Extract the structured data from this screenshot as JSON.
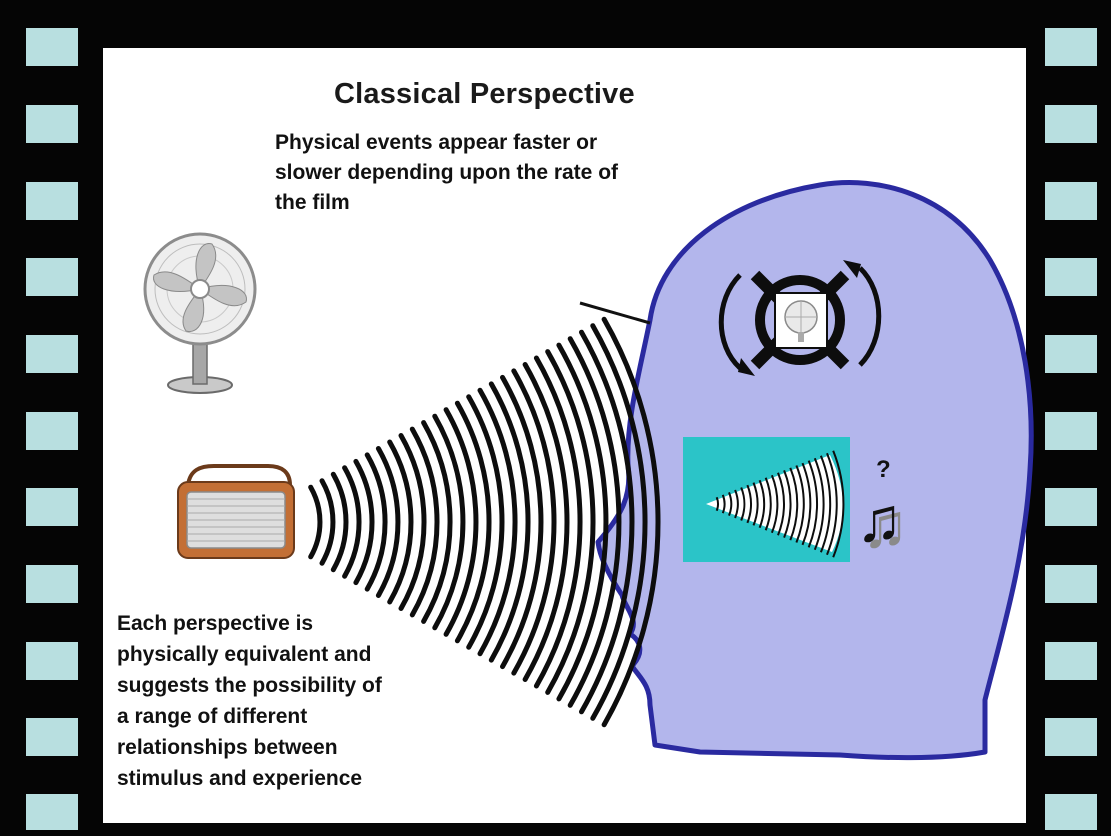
{
  "title": "Classical Perspective",
  "top_caption": {
    "lines": [
      "Physical events appear faster or",
      "slower depending upon the rate of",
      "the film"
    ]
  },
  "bottom_caption": {
    "lines": [
      "Each perspective is",
      "physically equivalent and",
      "suggests the possibility of",
      "a range of different",
      "relationships between",
      "stimulus and experience"
    ]
  },
  "question_mark": "?",
  "music_note": "♫",
  "colors": {
    "film_strip": "#050505",
    "sprocket_hole": "#b8dfe0",
    "head_fill": "#b3b6ec",
    "head_outline": "#2a2aa0",
    "inner_frame": "#2bc4c8",
    "background": "#ffffff"
  },
  "icons": [
    "film-strip",
    "desk-fan-icon",
    "radio-icon",
    "sound-waves",
    "head-silhouette",
    "rotating-fan-icon",
    "music-note-icon"
  ]
}
